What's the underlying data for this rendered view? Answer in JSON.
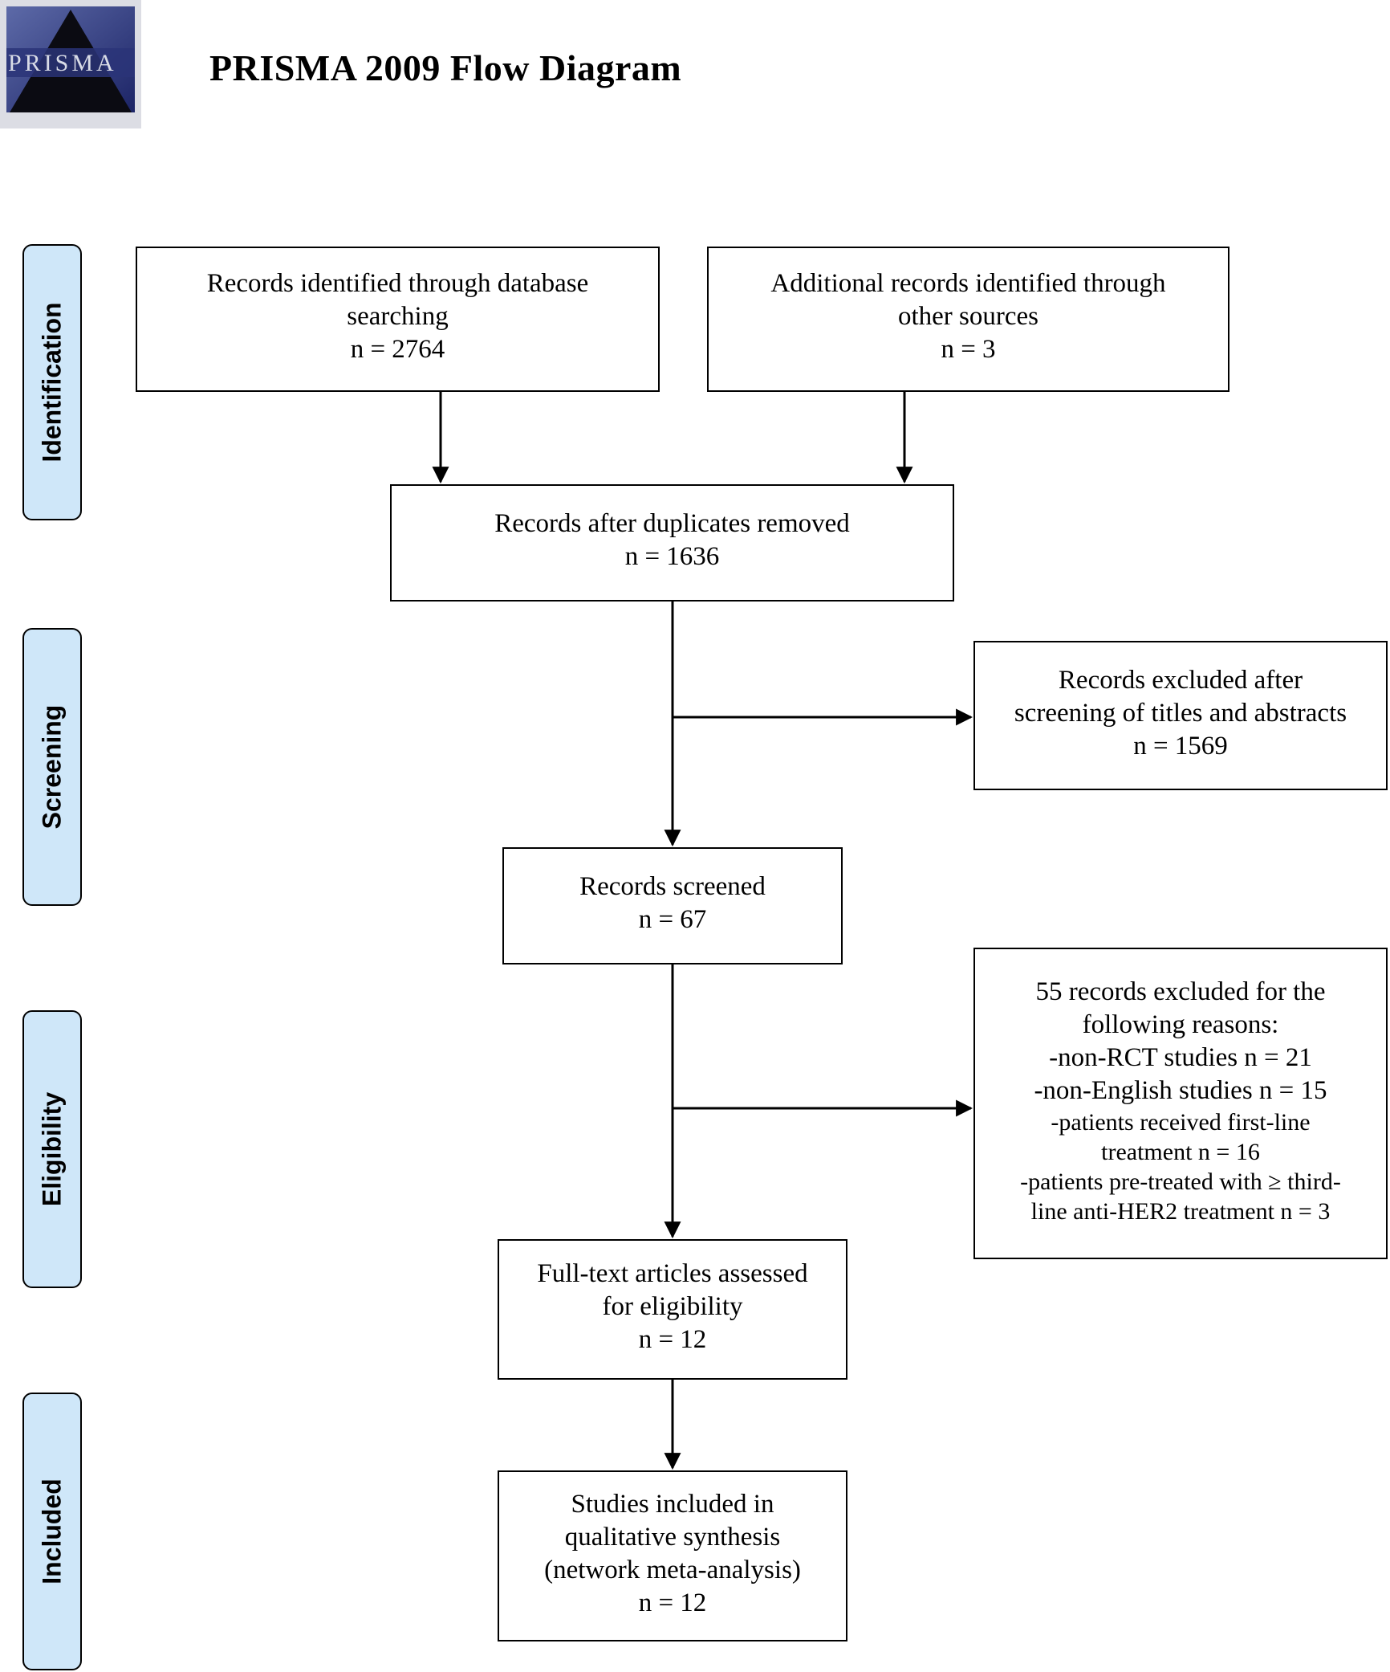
{
  "header": {
    "logo_text": "PRISMA",
    "title": "PRISMA 2009 Flow Diagram"
  },
  "phases": {
    "identification": "Identification",
    "screening": "Screening",
    "eligibility": "Eligibility",
    "included": "Included"
  },
  "boxes": {
    "database_search": {
      "line1": "Records identified through database",
      "line2": "searching",
      "line3": "n = 2764"
    },
    "other_sources": {
      "line1": "Additional records identified through",
      "line2": "other sources",
      "line3": "n = 3"
    },
    "after_duplicates": {
      "line1": "Records after duplicates removed",
      "line2": "n = 1636"
    },
    "excluded_screening": {
      "line1": "Records excluded after",
      "line2": "screening of titles and abstracts",
      "line3": "n = 1569"
    },
    "screened": {
      "line1": "Records screened",
      "line2": "n = 67"
    },
    "excluded_fulltext": {
      "line1": "55 records excluded for the",
      "line2": "following reasons:",
      "line3": "-non-RCT studies n = 21",
      "line4": "-non-English studies n = 15",
      "line5": "-patients received first-line",
      "line6": "treatment n = 16",
      "line7": "-patients pre-treated with ≥ third-",
      "line8": "line anti-HER2 treatment n = 3"
    },
    "fulltext_assessed": {
      "line1": "Full-text articles assessed",
      "line2": "for eligibility",
      "line3": "n = 12"
    },
    "included_studies": {
      "line1": "Studies included in",
      "line2": "qualitative synthesis",
      "line3": "(network meta-analysis)",
      "line4": "n = 12"
    }
  }
}
